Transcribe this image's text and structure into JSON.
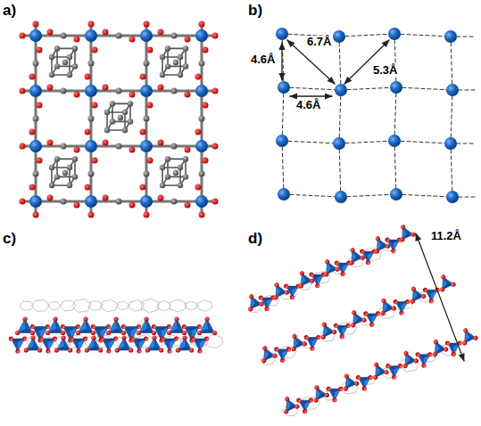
{
  "diagram": {
    "labels": [
      "a)",
      "b)",
      "4.6Å",
      "6.7Å",
      "5.3Å",
      "4.6Å",
      "c)",
      "d)",
      "11.2Å"
    ]
  }
}
